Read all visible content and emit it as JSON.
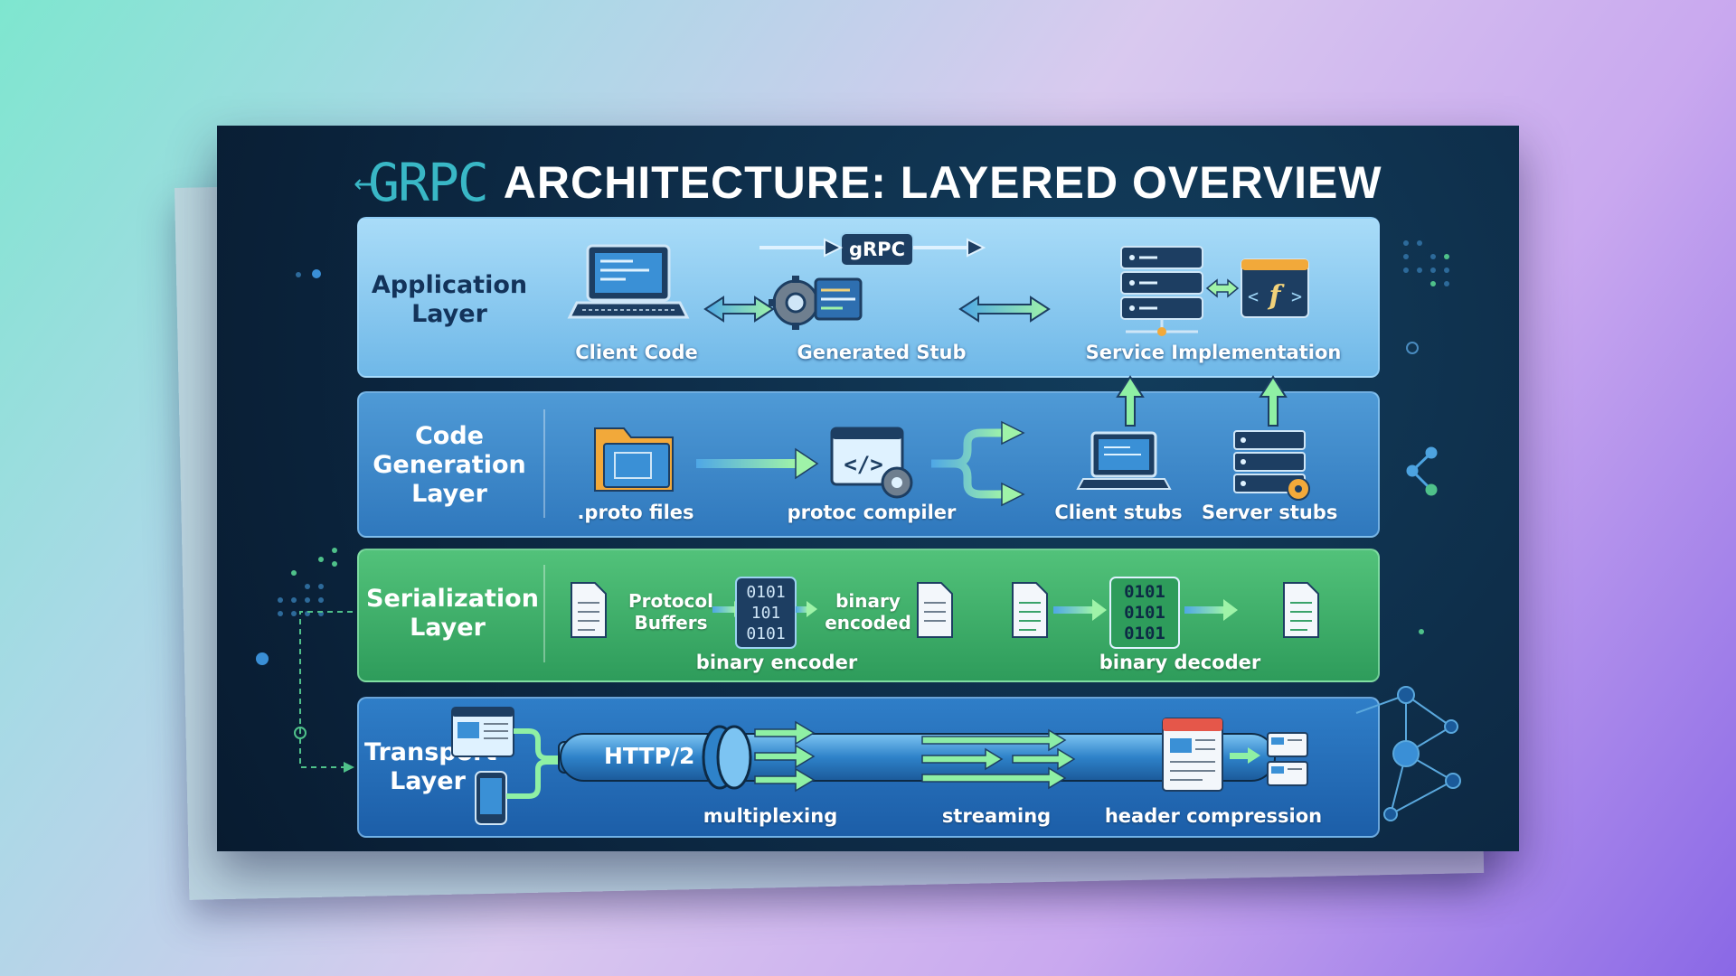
{
  "title": {
    "logo": "GRPC",
    "text": "ARCHITECTURE: LAYERED OVERVIEW"
  },
  "layers": {
    "application": {
      "name": "Application\nLayer",
      "badge": "gRPC",
      "labels": {
        "client_code": "Client Code",
        "generated_stub": "Generated Stub",
        "service_impl": "Service Implementation"
      }
    },
    "code_generation": {
      "name": "Code\nGeneration\nLayer",
      "labels": {
        "proto_files": ".proto files",
        "protoc": "protoc compiler",
        "client_stubs": "Client stubs",
        "server_stubs": "Server stubs"
      }
    },
    "serialization": {
      "name": "Serialization\nLayer",
      "labels": {
        "protocol_buffers": "Protocol\nBuffers",
        "binary_encoded": "binary\nencoded",
        "binary_encoder": "binary encoder",
        "binary_decoder": "binary decoder",
        "bits": "0101\n0101\n0101"
      }
    },
    "transport": {
      "name": "Transport\nLayer",
      "labels": {
        "http2": "HTTP/2",
        "multiplexing": "multiplexing",
        "streaming": "streaming",
        "header_compression": "header compression"
      }
    }
  },
  "colors": {
    "accent_teal": "#39b7c6",
    "arrow_green": "#8ff0a4",
    "card_bg": "#0d2a45"
  },
  "icons": [
    "laptop-icon",
    "gear-code-icon",
    "server-rack-icon",
    "function-window-icon",
    "folder-icon",
    "code-window-icon",
    "document-icon",
    "binary-chip-icon",
    "browser-window-icon",
    "phone-icon",
    "pipe-icon",
    "network-node-icon"
  ]
}
